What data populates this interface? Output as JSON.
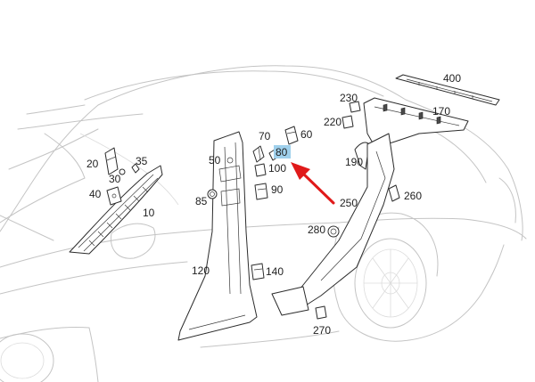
{
  "labels": {
    "p10": "10",
    "p20": "20",
    "p30": "30",
    "p35": "35",
    "p40": "40",
    "p50": "50",
    "p60": "60",
    "p70": "70",
    "p80": "80",
    "p85": "85",
    "p90": "90",
    "p100": "100",
    "p120": "120",
    "p140": "140",
    "p170": "170",
    "p190": "190",
    "p220": "220",
    "p230": "230",
    "p250": "250",
    "p260": "260",
    "p270": "270",
    "p280": "280",
    "p400": "400"
  },
  "highlight_part": "80",
  "colors": {
    "highlight": "#9fd0ec",
    "arrow": "#e01a1a",
    "outline": "#c4c4c4",
    "part": "#2c2c2c"
  }
}
